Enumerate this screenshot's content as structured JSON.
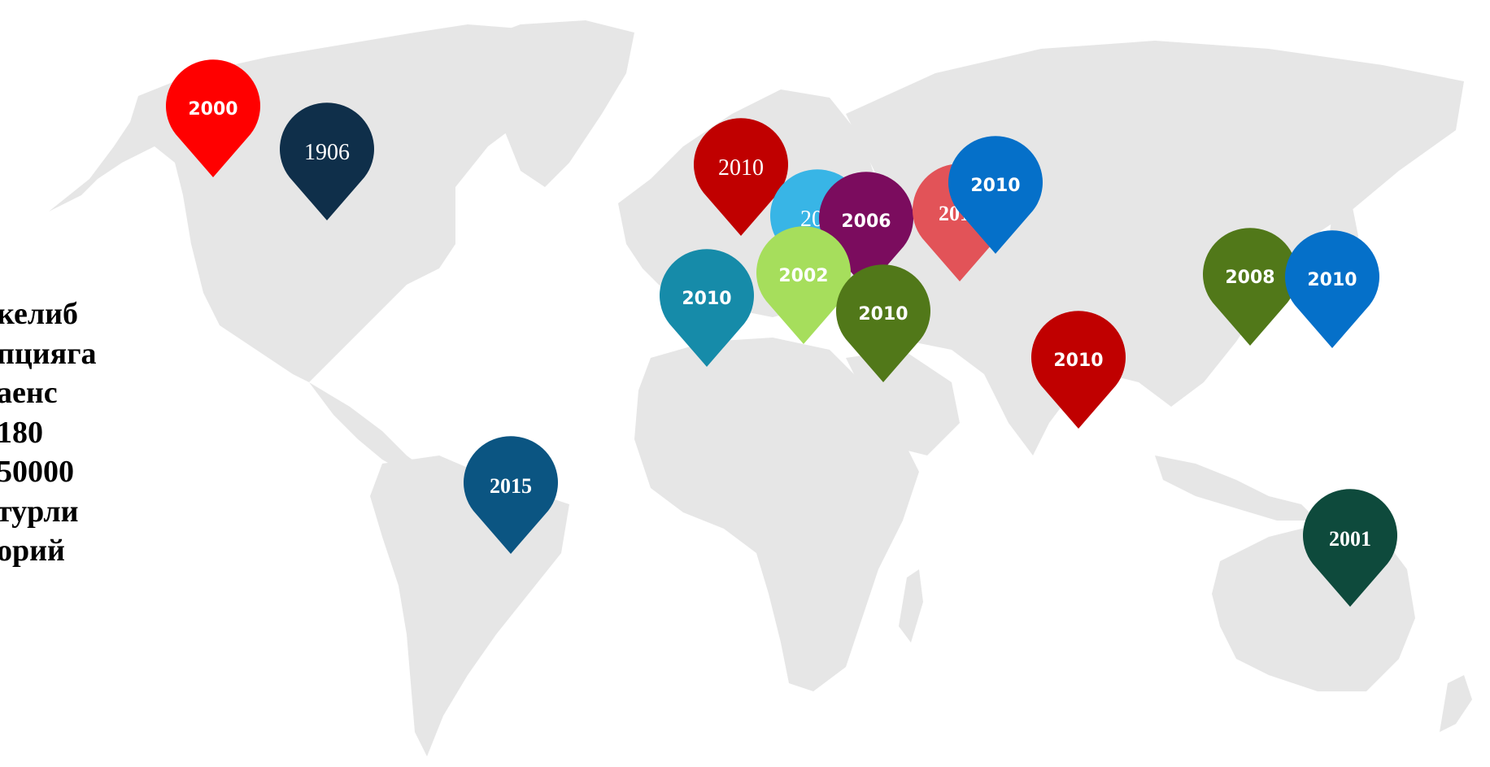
{
  "side_text": "келиб\nпцияга\nаенс\n180\n50000\nтурли\nорий",
  "pins": [
    {
      "id": "pin-2000-alaska",
      "label": "2000",
      "color": "#ff0000",
      "style": "sans"
    },
    {
      "id": "pin-1906-canada",
      "label": "1906",
      "color": "#0f2f4a",
      "style": "serif"
    },
    {
      "id": "pin-2015-brazil",
      "label": "2015",
      "color": "#0b5582",
      "style": "serifb"
    },
    {
      "id": "pin-2010-uk",
      "label": "2010",
      "color": "#c00000",
      "style": "serif"
    },
    {
      "id": "pin-201x-germany",
      "label": "201",
      "color": "#38b5e6",
      "style": "serif"
    },
    {
      "id": "pin-2006-poland",
      "label": "2006",
      "color": "#7b0c5e",
      "style": "sans"
    },
    {
      "id": "pin-2012-russia",
      "label": "2012",
      "color": "#e25358",
      "style": "serifb"
    },
    {
      "id": "pin-2010-russia",
      "label": "2010",
      "color": "#0570c9",
      "style": "sans"
    },
    {
      "id": "pin-2010-france",
      "label": "2010",
      "color": "#168ba9",
      "style": "sans"
    },
    {
      "id": "pin-2002-italy",
      "label": "2002",
      "color": "#a6de5c",
      "style": "sans"
    },
    {
      "id": "pin-2010-turkey",
      "label": "2010",
      "color": "#517819",
      "style": "sans"
    },
    {
      "id": "pin-2010-india",
      "label": "2010",
      "color": "#c00000",
      "style": "sans"
    },
    {
      "id": "pin-2008-china",
      "label": "2008",
      "color": "#517819",
      "style": "sans"
    },
    {
      "id": "pin-2010-korea",
      "label": "2010",
      "color": "#0570c9",
      "style": "sans"
    },
    {
      "id": "pin-2001-australia",
      "label": "2001",
      "color": "#0e4a3c",
      "style": "serifb"
    }
  ]
}
